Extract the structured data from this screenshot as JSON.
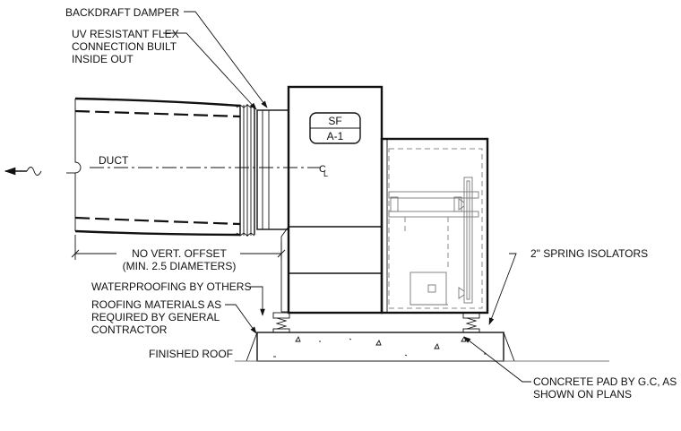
{
  "labels": {
    "backdraft_damper": "BACKDRAFT DAMPER",
    "uv_flex_line1": "UV RESISTANT FLEX",
    "uv_flex_line2": "CONNECTION BUILT",
    "uv_flex_line3": "INSIDE OUT",
    "duct": "DUCT",
    "no_vert_offset_line1": "NO VERT. OFFSET",
    "no_vert_offset_line2": "(MIN. 2.5 DIAMETERS)",
    "waterproofing": "WATERPROOFING BY OTHERS",
    "roofing_line1": "ROOFING MATERIALS AS",
    "roofing_line2": "REQUIRED BY GENERAL",
    "roofing_line3": "CONTRACTOR",
    "finished_roof": "FINISHED ROOF",
    "spring_isolators": "2\" SPRING ISOLATORS",
    "concrete_pad_line1": "CONCRETE PAD BY G.C, AS",
    "concrete_pad_line2": "SHOWN ON PLANS",
    "tag_top": "SF",
    "tag_bottom": "A-1",
    "centerline_c": "C",
    "centerline_l": "L"
  }
}
